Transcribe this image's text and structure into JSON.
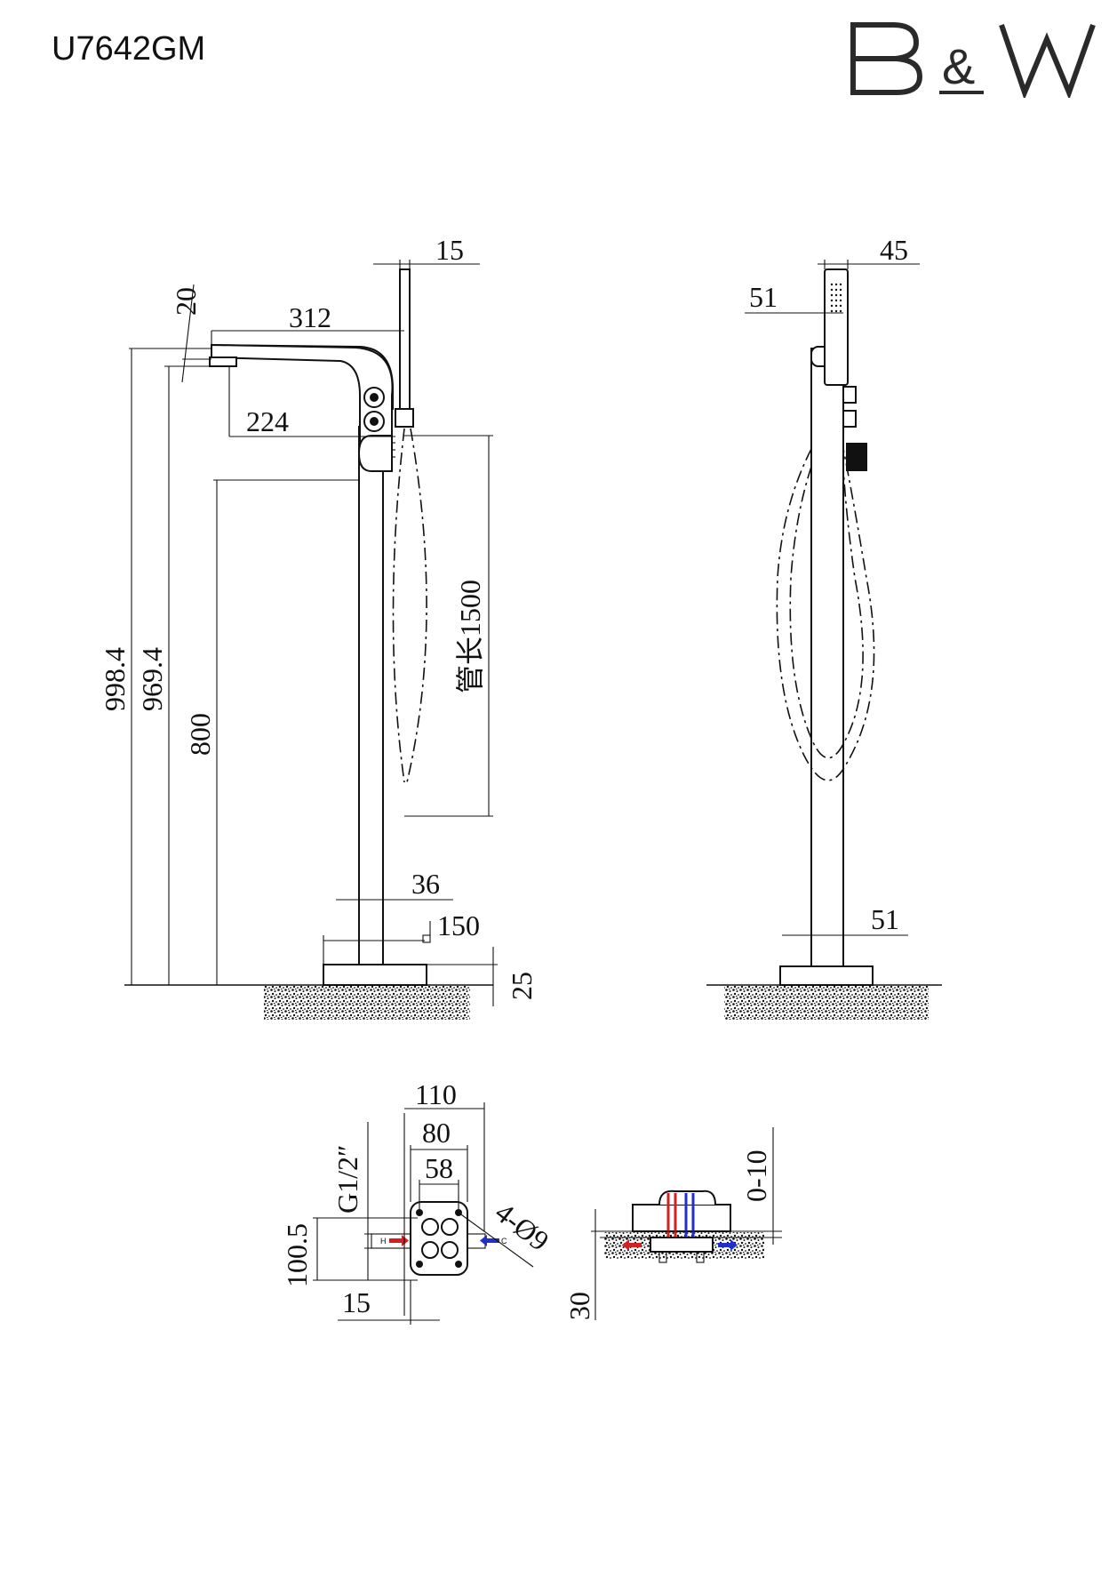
{
  "header": {
    "model_code": "U7642GM",
    "brand_logo_text": "B&W"
  },
  "front_view": {
    "dim_handshower_width": "15",
    "dim_spout_tilt": "20",
    "dim_spout_reach": "312",
    "dim_spout_outlet": "224",
    "dim_hose_length": "管长1500",
    "dim_total_height": "998.4",
    "dim_outlet_height": "969.4",
    "dim_handle_height": "800",
    "dim_column_diameter": "36",
    "dim_base_diameter": "150",
    "dim_base_height": "25"
  },
  "side_view": {
    "dim_handshower_depth": "45",
    "dim_top_column": "51",
    "dim_bottom_column": "51"
  },
  "install_plan": {
    "dim_outer": "110",
    "dim_middle": "80",
    "dim_inner": "58",
    "dim_thread": "G1/2″",
    "dim_height": "100.5",
    "dim_offset": "15",
    "dim_holes": "4-Ø9",
    "label_hot": "H",
    "label_cold": "C"
  },
  "install_section": {
    "dim_adjust": "0-10",
    "dim_depth": "30"
  },
  "colors": {
    "hot": "#d42020",
    "cold": "#2030c8",
    "line": "#111111"
  }
}
